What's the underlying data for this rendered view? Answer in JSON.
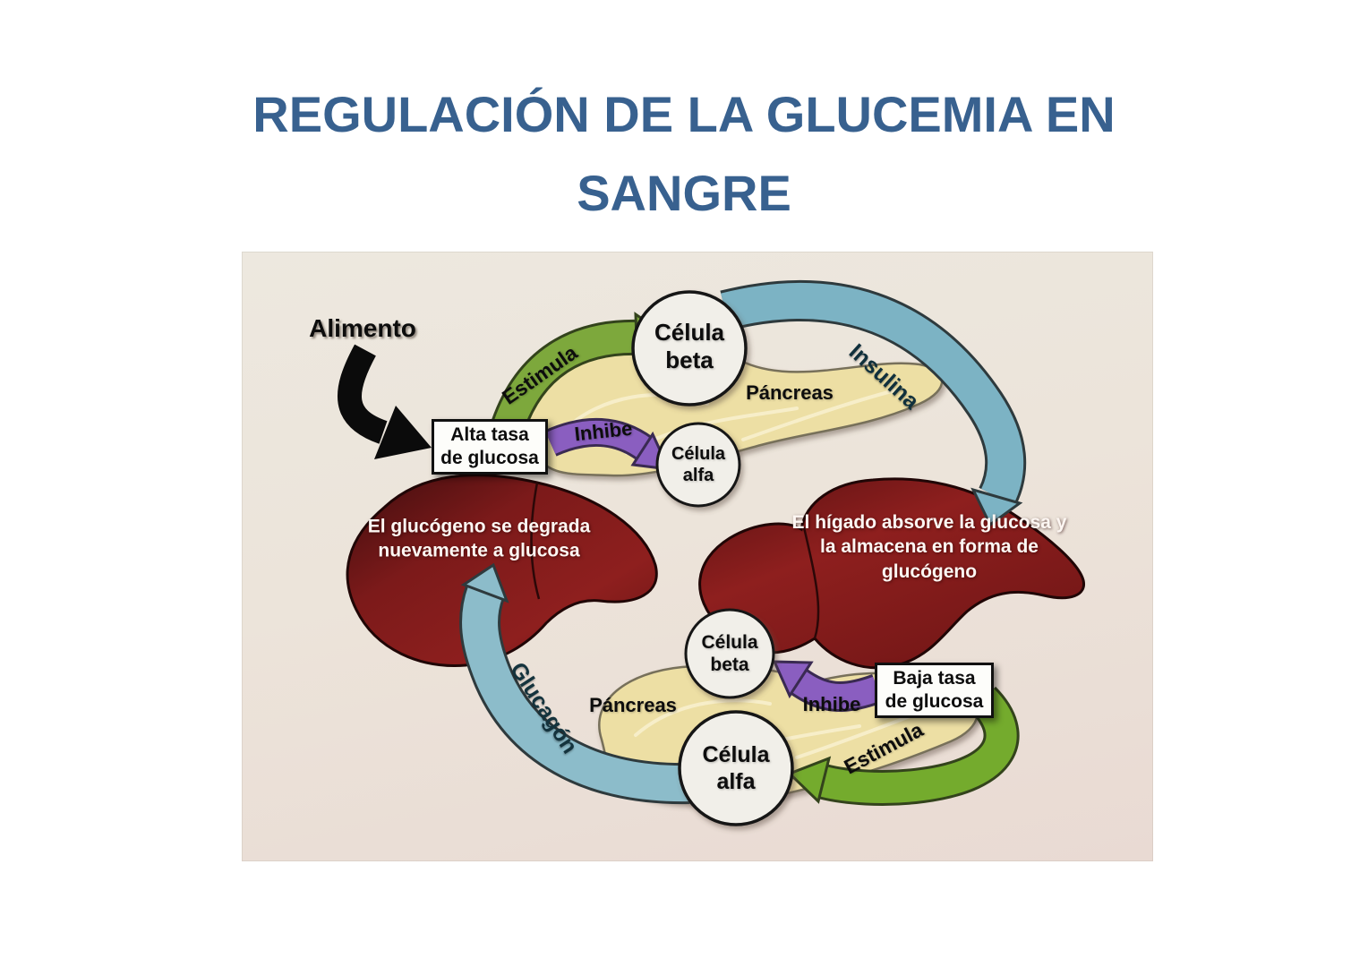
{
  "title": {
    "line1": "REGULACIÓN DE LA GLUCEMIA EN",
    "line2": "SANGRE"
  },
  "diagram": {
    "alimento": "Alimento",
    "alta_tasa_box": "Alta tasa de glucosa",
    "baja_tasa_box": "Baja tasa de glucosa",
    "estimula_top": "Estimula",
    "inhibe_top": "Inhibe",
    "celula_beta_top": "Célula beta",
    "celula_alfa_top": "Célula alfa",
    "pancreas_top": "Páncreas",
    "insulina": "Insulina",
    "higado_text": "El hígado absorve la glucosa y la almacena en forma de glucógeno",
    "glucogeno_text": "El glucógeno se degrada nuevamente a glucosa",
    "glucagon": "Glucagón",
    "pancreas_bottom": "Páncreas",
    "celula_beta_bottom": "Célula beta",
    "celula_alfa_bottom": "Célula alfa",
    "inhibe_bottom": "Inhibe",
    "estimula_bottom": "Estimula"
  },
  "colors": {
    "title_blue": "#38618f",
    "background_cream": "#ece6dc",
    "liver_red": "#8e1f1e",
    "pancreas_tan": "#eddfa4",
    "arrow_green": "#7da83c",
    "arrow_purple": "#8a5ec0",
    "arrow_teal": "#7cb3c4",
    "food_arrow_black": "#0b0b0b"
  }
}
